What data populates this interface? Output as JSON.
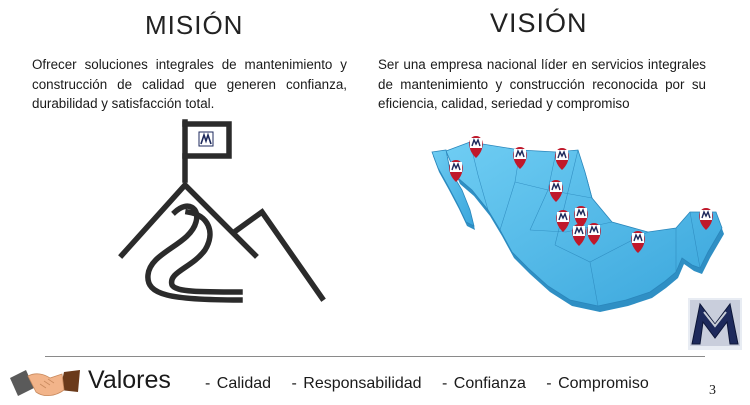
{
  "mision": {
    "title": "MISIÓN",
    "text": "Ofrecer soluciones integrales de mantenimiento y construcción de calidad que generen confianza, durabilidad y satisfacción total."
  },
  "vision": {
    "title": "VISIÓN",
    "text": "Ser una empresa nacional líder en servicios integrales de mantenimiento y construcción reconocida por su eficiencia, calidad, seriedad y compromiso"
  },
  "valores": {
    "label": "Valores",
    "items": [
      "- Calidad",
      "- Responsabilidad",
      "- Confianza",
      "- Compromiso"
    ]
  },
  "page_number": "3",
  "colors": {
    "map_blue": "#4ab8ea",
    "map_blue_dark": "#2f8fc4",
    "pin_red": "#c0182a",
    "logo_navy": "#1e2a5c"
  },
  "icons": {
    "mountain": "mountain-flag-icon",
    "handshake": "handshake-icon",
    "logo": "company-logo",
    "map": "mexico-map",
    "pin": "location-pin-icon"
  }
}
